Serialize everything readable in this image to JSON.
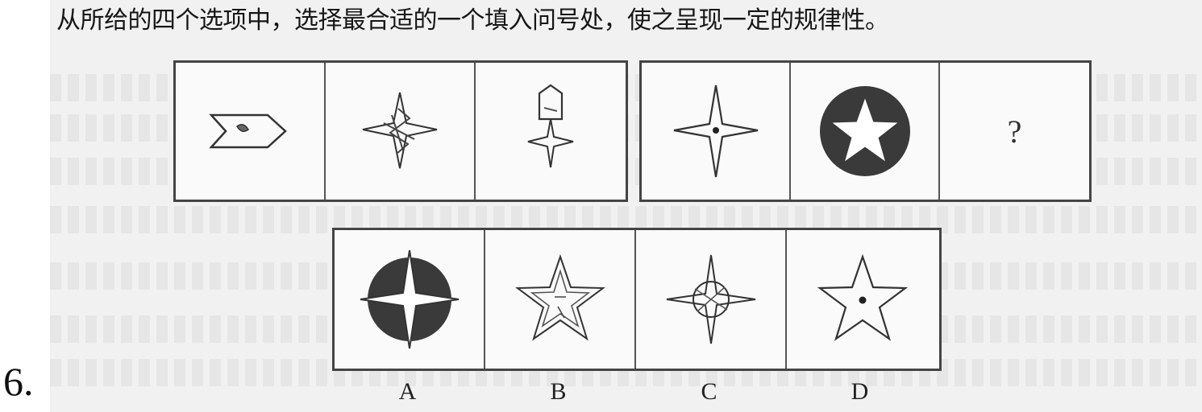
{
  "question": {
    "number": "6.",
    "instruction": "从所给的四个选项中，选择最合适的一个填入问号处，使之呈现一定的规律性。",
    "blank_symbol": "?"
  },
  "options": {
    "labels": [
      "A",
      "B",
      "C",
      "D"
    ]
  },
  "figures": {
    "row1": [
      "arrow-pentagon-shape",
      "scribbled-star-shape",
      "arrow-with-star-shape"
    ],
    "row2": [
      "four-point-star-dot-shape",
      "black-circle-white-star-shape",
      "question-mark"
    ],
    "options": [
      "black-circle-white-four-star-shape",
      "double-outline-star-shape",
      "circle-cross-star-shape",
      "five-point-star-dot-shape"
    ]
  },
  "colors": {
    "ink": "#333333",
    "fill_dark": "#3a3a3a",
    "background": "#f1f1f1"
  }
}
